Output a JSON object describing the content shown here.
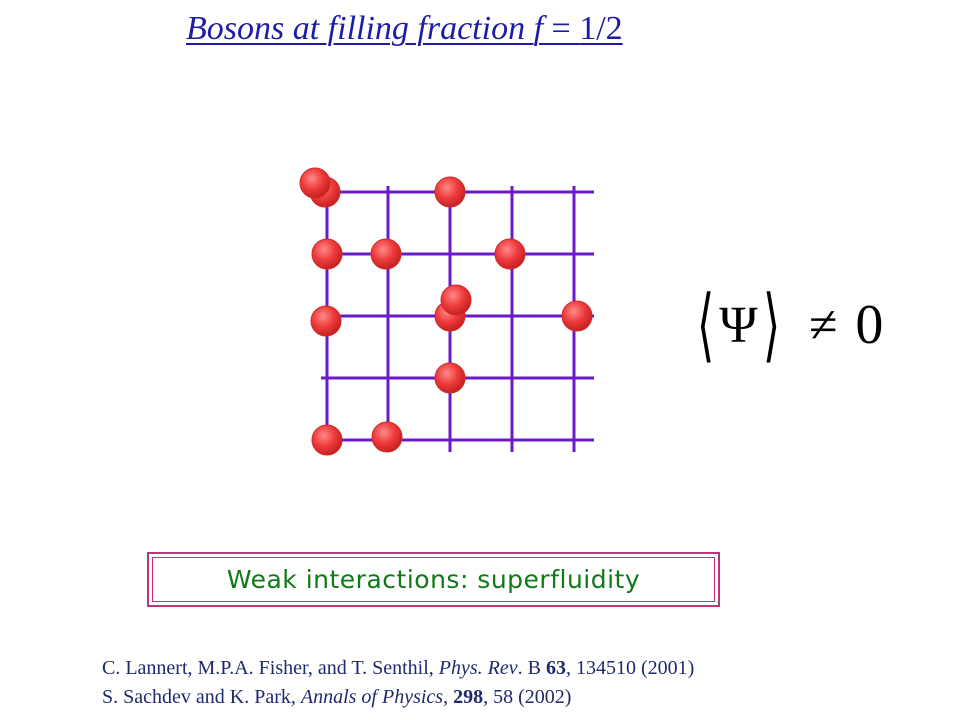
{
  "title": {
    "text": "Bosons at filling fraction ",
    "var": "f",
    "eq": " = ",
    "value": "1/2"
  },
  "formula": {
    "open": "⟨",
    "symbol": "Ψ",
    "close": "⟩",
    "relation": "≠",
    "rhs": "0"
  },
  "box": {
    "label": "Weak interactions: superfluidity",
    "border_color": "#c4307a",
    "text_color": "#0f7a18"
  },
  "colors": {
    "lattice": "#6a1ac7",
    "boson": "#ee3b3b",
    "title": "#1c1ca6",
    "refs": "#1e2a6e"
  },
  "references": [
    {
      "authors": "C. Lannert, M.P.A. Fisher, and T. Senthil, ",
      "journal": "Phys. Rev",
      "mid": ". B ",
      "volume": "63",
      "rest": ", 134510 (2001)"
    },
    {
      "authors": "S. Sachdev and K. Park, ",
      "journal": "Annals of Physics",
      "mid": ", ",
      "volume": "298",
      "rest": ", 58 (2002)"
    }
  ],
  "bosons": [
    {
      "col": 0,
      "row": 0
    },
    {
      "col": 2,
      "row": 0
    },
    {
      "col": 0,
      "row": 1
    },
    {
      "col": 1,
      "row": 1
    },
    {
      "col": 3,
      "row": 1
    },
    {
      "col": 0,
      "row": 2
    },
    {
      "col": 2,
      "row": 2
    },
    {
      "col": 4,
      "row": 2
    },
    {
      "col": 2,
      "row": 3
    },
    {
      "col": 0,
      "row": 4
    },
    {
      "col": 1,
      "row": 4
    }
  ]
}
